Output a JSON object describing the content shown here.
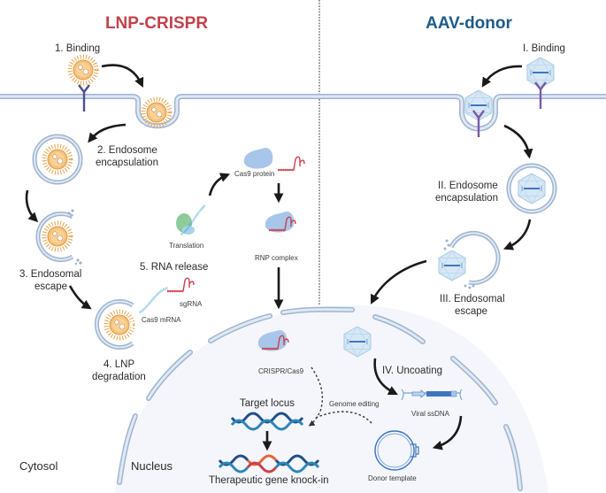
{
  "titles": {
    "left": "LNP-CRISPR",
    "right": "AAV-donor"
  },
  "colors": {
    "lnp_title": "#c0424b",
    "aav_title": "#1f5a8a",
    "membrane": "#9fb4cf",
    "nucleus_fill": "#f4f6fb",
    "lnp_core": "#f5b96a",
    "cas9_protein": "#a8c6ea",
    "receptor_lnp": "#4b4f8f",
    "receptor_aav": "#7b5aa6",
    "rna_blue": "#3aa0d8",
    "rna_red": "#c9404a",
    "dna_orange": "#e8663a"
  },
  "lnp_steps": {
    "step1": "1.  Binding",
    "step2_line1": "2. Endosome",
    "step2_line2": "encapsulation",
    "step3_line1": "3. Endosomal",
    "step3_line2": "escape",
    "step4_line1": "4. LNP",
    "step4_line2": "degradation",
    "step5": "5. RNA release"
  },
  "aav_steps": {
    "step1": "I. Binding",
    "step2_line1": "II. Endosome",
    "step2_line2": "encapsulation",
    "step3_line1": "III. Endosomal",
    "step3_line2": "escape",
    "step4": "IV. Uncoating"
  },
  "molecules": {
    "cas9_protein": "Cas9 protein",
    "translation": "Translation",
    "rnp_complex": "RNP complex",
    "sgrna": "sgRNA",
    "cas9_mrna": "Cas9 mRNA",
    "crispr_cas9": "CRISPR/Cas9",
    "genome_editing": "Genome editing",
    "viral_ssdna": "Viral ssDNA",
    "donor_template": "Donor template",
    "target_locus": "Target locus",
    "knock_in": "Therapeutic gene knock-in"
  },
  "regions": {
    "cytosol": "Cytosol",
    "nucleus": "Nucleus"
  }
}
